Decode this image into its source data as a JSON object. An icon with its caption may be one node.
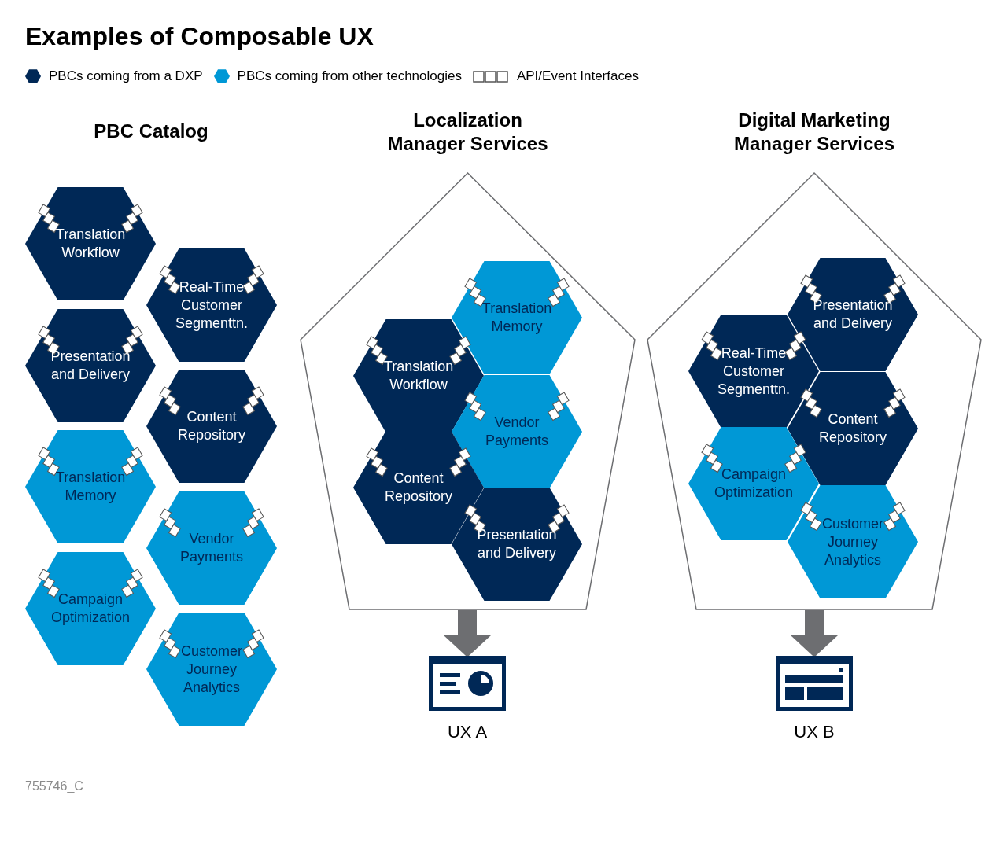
{
  "diagram": {
    "title": "Examples of Composable UX",
    "nodes": [
      {
        "text": [
          "Translation Workflow"
        ]
      },
      {
        "text": [
          "Real-Time Customer Segmenttn."
        ]
      },
      {
        "text": [
          "Presentation and Delivery"
        ]
      },
      {
        "text": [
          "Content Repository"
        ]
      },
      {
        "text": [
          "Translation Memory"
        ]
      },
      {
        "text": [
          "Vendor Payments"
        ]
      },
      {
        "text": [
          "Campaign Optimization"
        ]
      },
      {
        "text": [
          "Customer Journey Analytics"
        ]
      },
      {
        "text": [
          "Localization Manager Services"
        ]
      },
      {
        "text": [
          "Translation Memory"
        ],
        "in": 8
      },
      {
        "text": [
          "Translation Workflow"
        ],
        "in": 8
      },
      {
        "text": [
          "Vendor Payments"
        ],
        "in": 8
      },
      {
        "text": [
          "Content Repository"
        ],
        "in": 8
      },
      {
        "text": [
          "Presentation and Delivery"
        ],
        "in": 8
      },
      {
        "text": [
          "Digital Marketing Manager Services"
        ]
      },
      {
        "text": [
          "Presentation and Delivery"
        ],
        "in": 14
      },
      {
        "text": [
          "Real-Time Customer Segmenttn."
        ],
        "in": 14
      },
      {
        "text": [
          "Content Repository"
        ],
        "in": 14
      },
      {
        "text": [
          "Campaign Optimization"
        ],
        "in": 14
      },
      {
        "text": [
          "Customer Journey Analytics"
        ],
        "in": 14
      },
      {
        "text": [],
        "shape": "picture",
        "beside": [
          "UX A"
        ]
      },
      {
        "text": [],
        "shape": "picture",
        "beside": [
          "UX B"
        ]
      }
    ],
    "edges": [
      {
        "from": 8,
        "to": 20,
        "arrow": "to"
      },
      {
        "from": 14,
        "to": 21,
        "arrow": "to"
      }
    ],
    "labels": [
      "PBC Catalog",
      "755746_C"
    ],
    "legend": [
      {
        "text": "PBCs coming from a DXP",
        "color": "#002856"
      },
      {
        "text": "PBCs coming from other technologies",
        "color": "#0098d6"
      },
      {
        "text": "API/Event Interfaces"
      }
    ]
  }
}
